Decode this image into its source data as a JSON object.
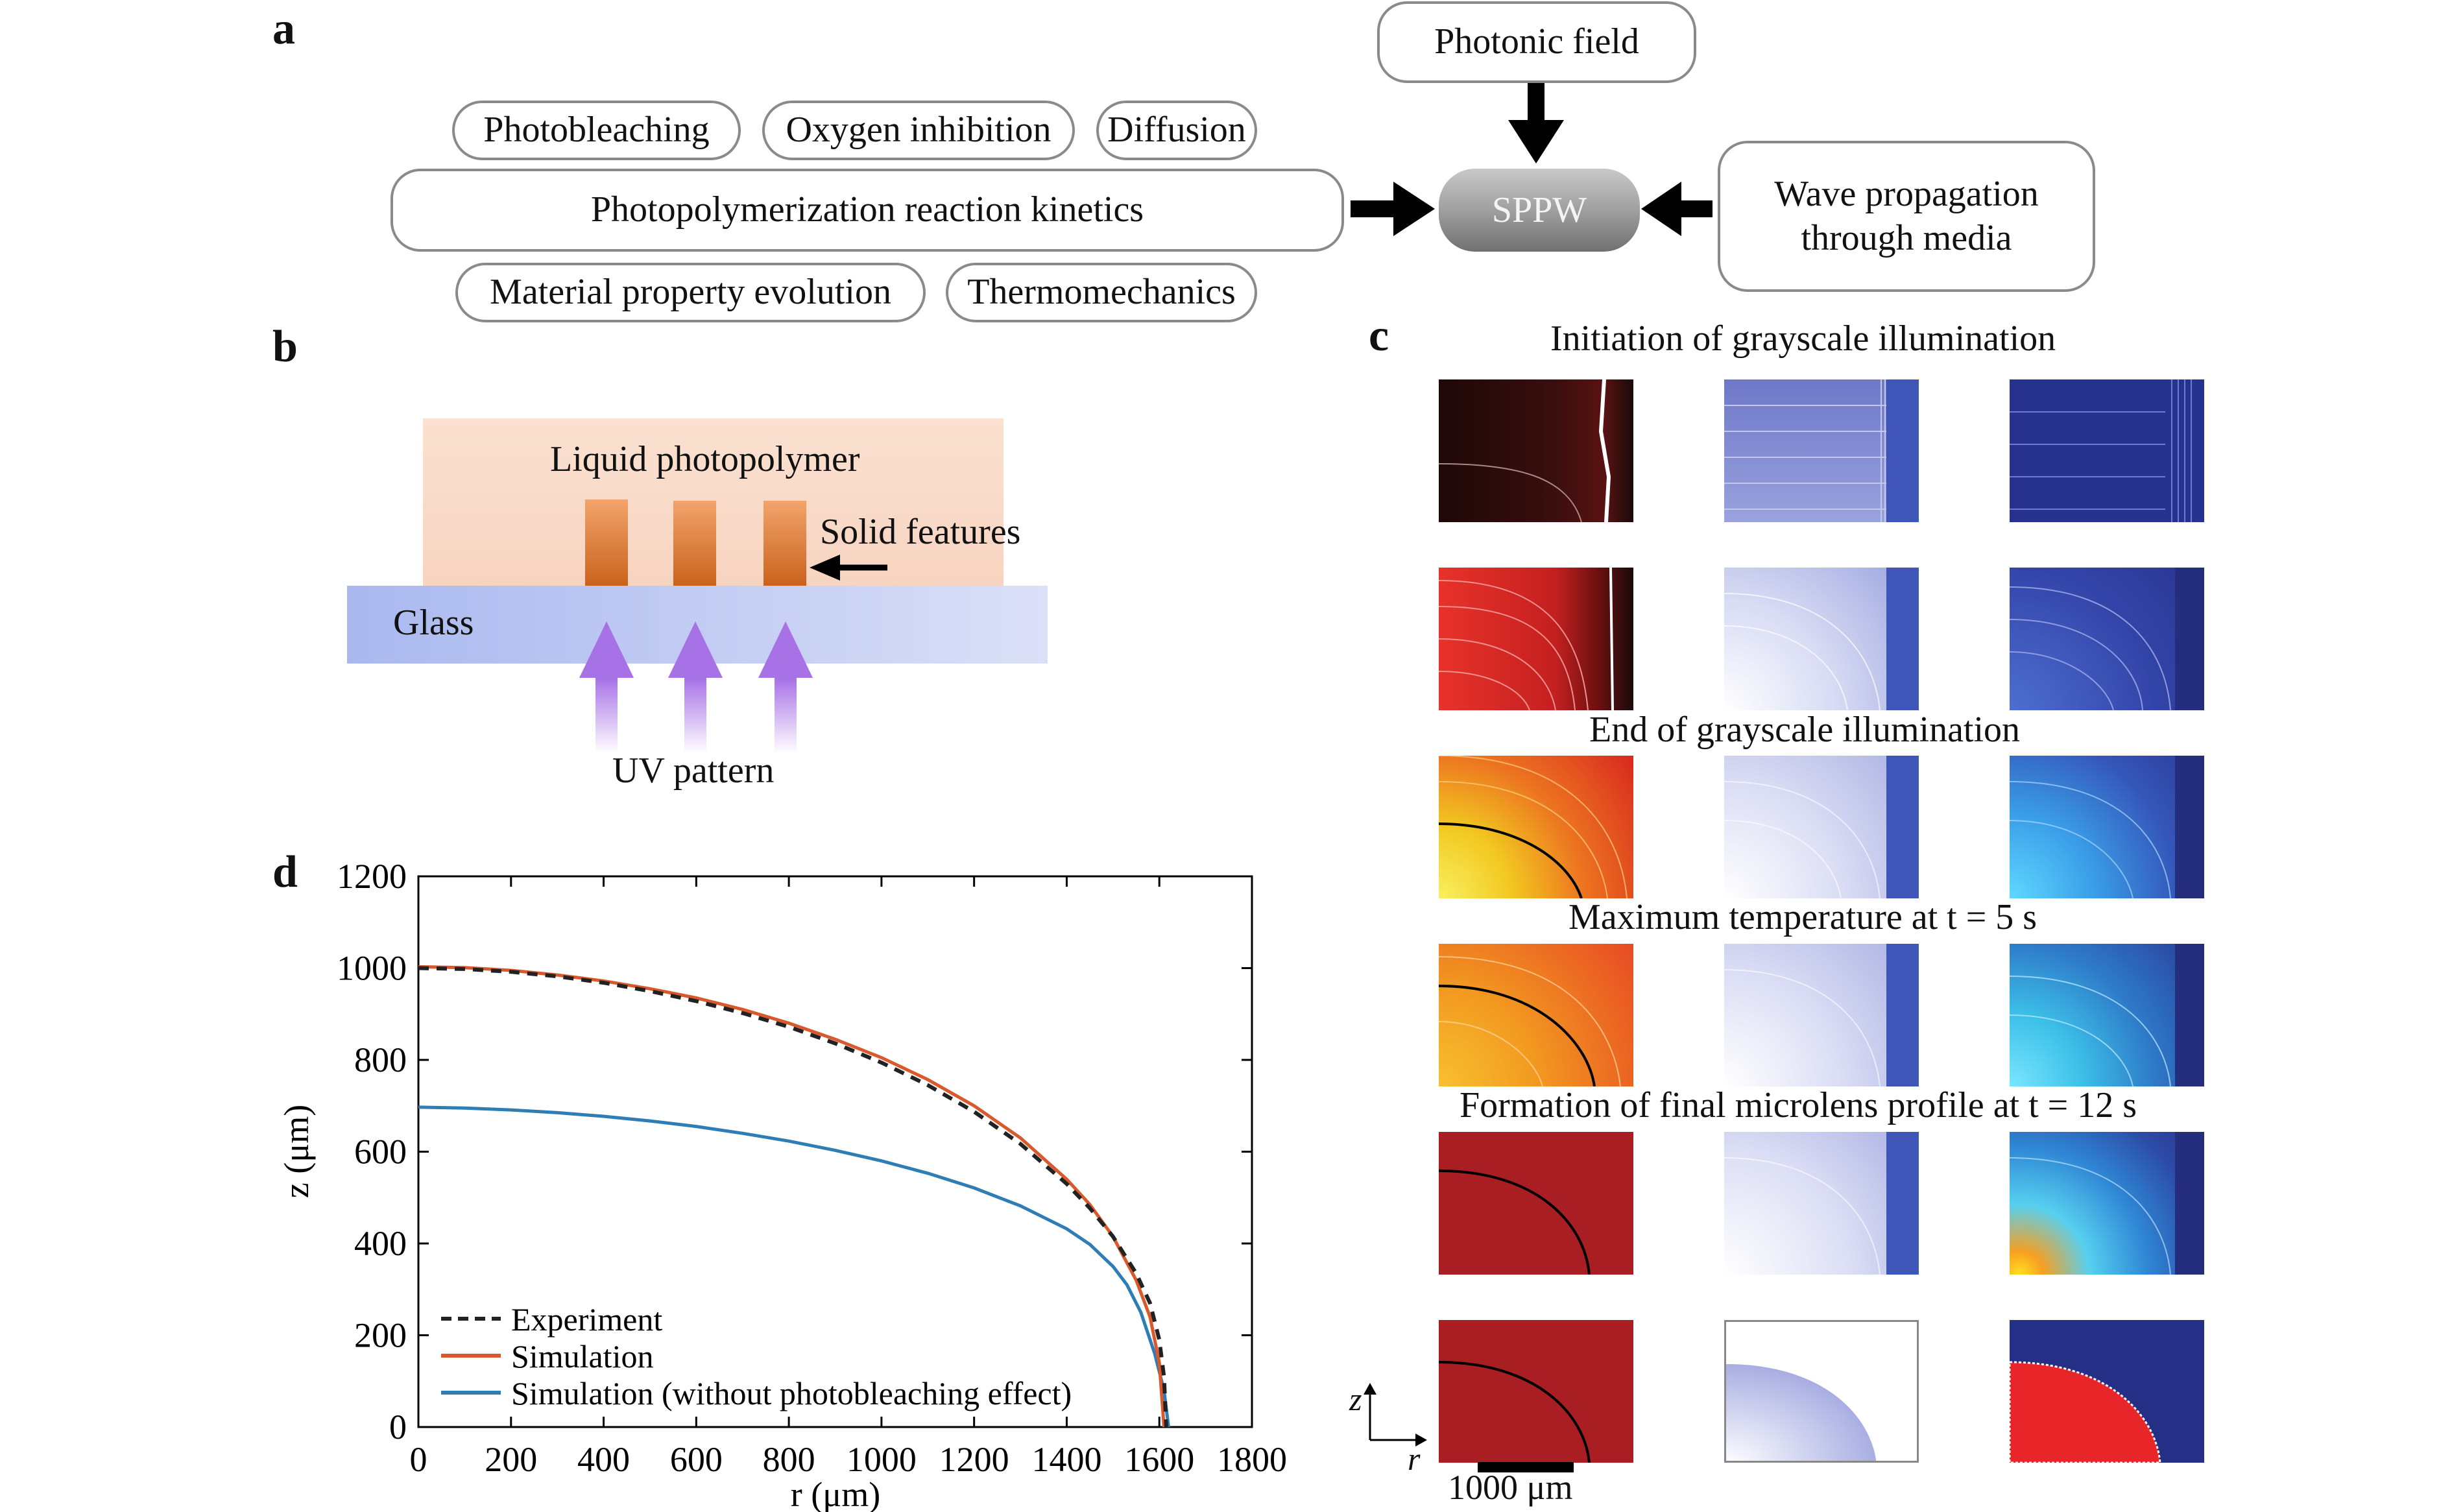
{
  "panel_labels": {
    "a": "a",
    "b": "b",
    "c": "c",
    "d": "d"
  },
  "panel_a": {
    "boxes": {
      "photonic_field": "Photonic field",
      "photobleaching": "Photobleaching",
      "oxygen_inhibition": "Oxygen inhibition",
      "diffusion": "Diffusion",
      "reaction_kinetics": "Photopolymerization reaction kinetics",
      "material_property": "Material property evolution",
      "thermomechanics": "Thermomechanics",
      "sppw": "SPPW",
      "wave_propagation_line1": "Wave propagation",
      "wave_propagation_line2": "through media"
    }
  },
  "panel_b": {
    "liquid": "Liquid photopolymer",
    "solid": "Solid features",
    "glass": "Glass",
    "uv": "UV pattern",
    "colors": {
      "liquid": "#fbe3d6",
      "glass": "#b8c4f0",
      "feature": "#e2853f",
      "uv": "#a070e0"
    }
  },
  "panel_c": {
    "captions": [
      "Initiation of grayscale illumination",
      "End of grayscale illumination",
      "Maximum temperature at t = 5 s",
      "Formation of final microlens profile at t = 12 s"
    ],
    "axis_z": "z",
    "axis_r": "r",
    "scale_bar": "1000 μm"
  },
  "chart_data": {
    "type": "line",
    "xlabel": "r (μm)",
    "ylabel": "z (μm)",
    "xlim": [
      0,
      1800
    ],
    "ylim": [
      0,
      1200
    ],
    "xticks": [
      0,
      200,
      400,
      600,
      800,
      1000,
      1200,
      1400,
      1600,
      1800
    ],
    "yticks": [
      0,
      200,
      400,
      600,
      800,
      1000,
      1200
    ],
    "legend_position": "bottom-left",
    "series": [
      {
        "name": "Experiment",
        "color": "#222222",
        "dash": true,
        "x": [
          0,
          100,
          200,
          300,
          400,
          500,
          600,
          700,
          800,
          900,
          1000,
          1100,
          1200,
          1300,
          1400,
          1450,
          1500,
          1550,
          1580,
          1600,
          1610,
          1615
        ],
        "y": [
          1000,
          998,
          992,
          982,
          968,
          950,
          928,
          902,
          872,
          836,
          794,
          745,
          687,
          617,
          530,
          477,
          415,
          335,
          270,
          190,
          110,
          0
        ]
      },
      {
        "name": "Simulation",
        "color": "#d9582c",
        "dash": false,
        "x": [
          0,
          100,
          200,
          300,
          400,
          500,
          600,
          700,
          800,
          900,
          1000,
          1100,
          1200,
          1300,
          1400,
          1450,
          1500,
          1550,
          1580,
          1600,
          1610
        ],
        "y": [
          1003,
          1001,
          995,
          985,
          972,
          955,
          935,
          910,
          880,
          845,
          805,
          757,
          700,
          630,
          540,
          485,
          415,
          320,
          240,
          140,
          0
        ]
      },
      {
        "name": "Simulation (without photobleaching effect)",
        "color": "#2f7db5",
        "dash": false,
        "x": [
          0,
          100,
          200,
          300,
          400,
          500,
          600,
          700,
          800,
          900,
          1000,
          1100,
          1200,
          1300,
          1400,
          1450,
          1500,
          1530,
          1560,
          1590,
          1610,
          1620
        ],
        "y": [
          697,
          695,
          691,
          685,
          677,
          667,
          655,
          640,
          623,
          603,
          580,
          553,
          521,
          482,
          432,
          398,
          350,
          310,
          250,
          160,
          80,
          0
        ]
      }
    ]
  }
}
